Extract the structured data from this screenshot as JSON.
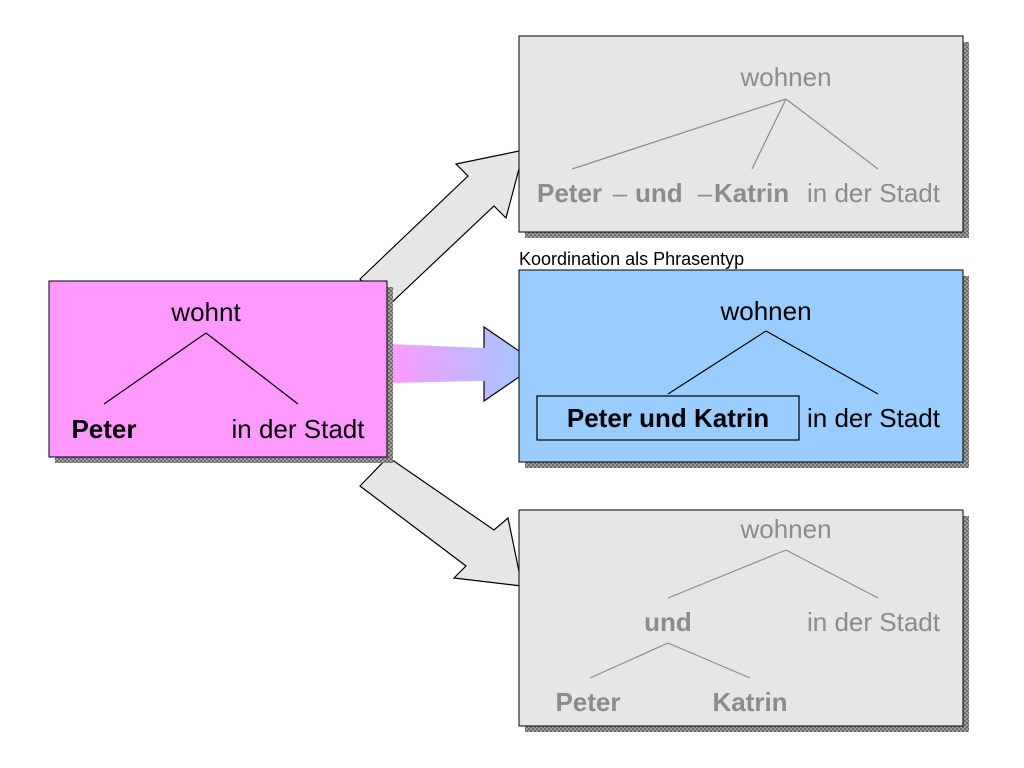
{
  "source": {
    "head": "wohnt",
    "subject": "Peter",
    "complement": "in der Stadt",
    "fill": "#ff99ff"
  },
  "top": {
    "head": "wohnen",
    "peter": "Peter",
    "dash1": "–",
    "und": "und",
    "dash2": "–",
    "katrin": "Katrin",
    "complement": "in der Stadt",
    "fill": "#e6e6e6",
    "text_color": "#8c8c8c"
  },
  "middle": {
    "caption": "Koordination als Phrasentyp",
    "head": "wohnen",
    "phrase": "Peter und Katrin",
    "complement": "in der Stadt",
    "fill": "#99ccff"
  },
  "bottom": {
    "head": "wohnen",
    "und": "und",
    "complement": "in der Stadt",
    "peter": "Peter",
    "katrin": "Katrin",
    "fill": "#e6e6e6",
    "text_color": "#8c8c8c"
  }
}
